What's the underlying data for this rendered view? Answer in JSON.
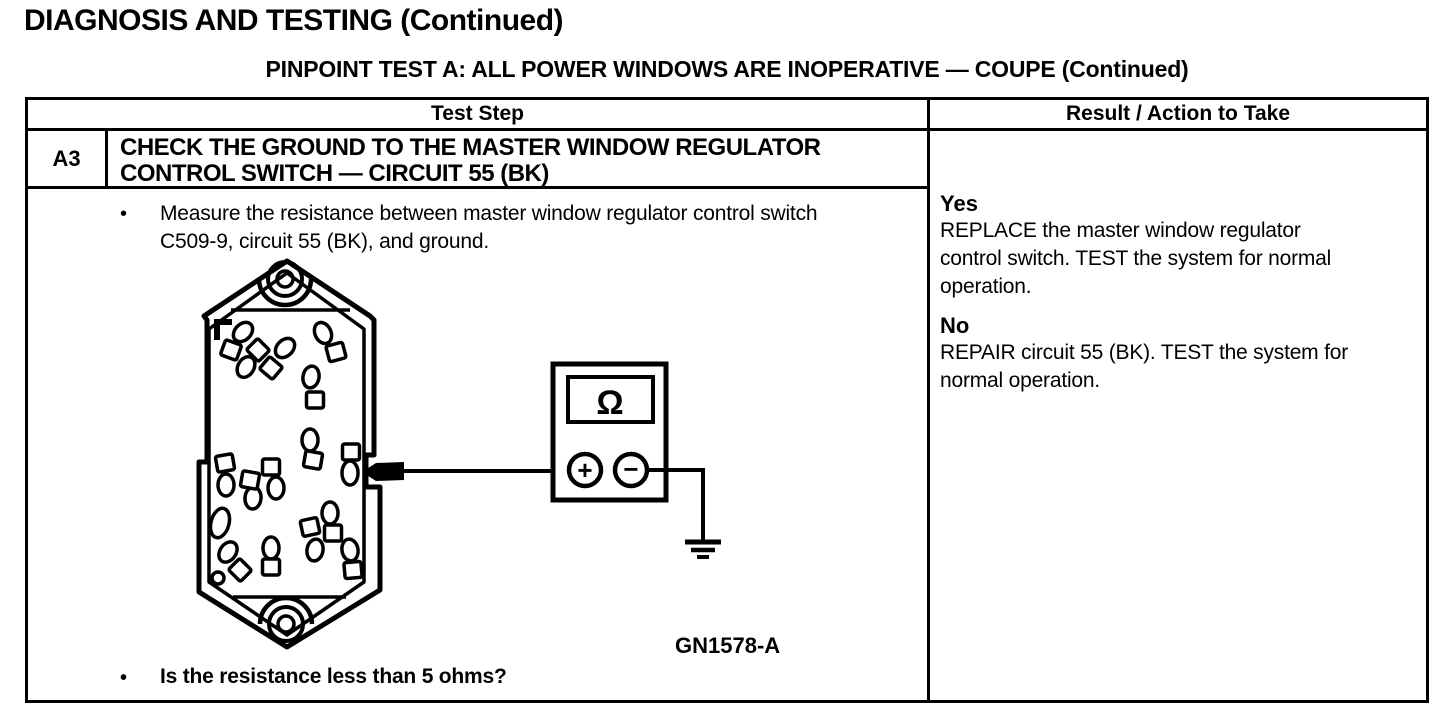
{
  "page": {
    "title": "DIAGNOSIS AND TESTING (Continued)",
    "subtitle": "PINPOINT TEST A: ALL POWER WINDOWS ARE INOPERATIVE — COUPE (Continued)"
  },
  "table": {
    "header": {
      "test_step": "Test Step",
      "result_action": "Result / Action to Take"
    },
    "step": {
      "id": "A3",
      "title_lines": [
        "CHECK THE GROUND TO THE MASTER WINDOW REGULATOR",
        "CONTROL SWITCH — CIRCUIT 55 (BK)"
      ],
      "bullet_char": "•",
      "measure_bullet": "Measure the resistance between master window regulator control switch C509-9, circuit 55 (BK), and ground.",
      "question_bullet": "Is the resistance less than 5 ohms?"
    },
    "figure": {
      "label": "GN1578-A",
      "ohm_symbol": "Ω",
      "plus_symbol": "+",
      "minus_symbol": "−"
    },
    "result": {
      "yes_label": "Yes",
      "yes_text": "REPLACE the master window regulator control switch. TEST the system for normal operation.",
      "no_label": "No",
      "no_text": "REPAIR circuit 55 (BK). TEST the system for normal operation."
    }
  }
}
